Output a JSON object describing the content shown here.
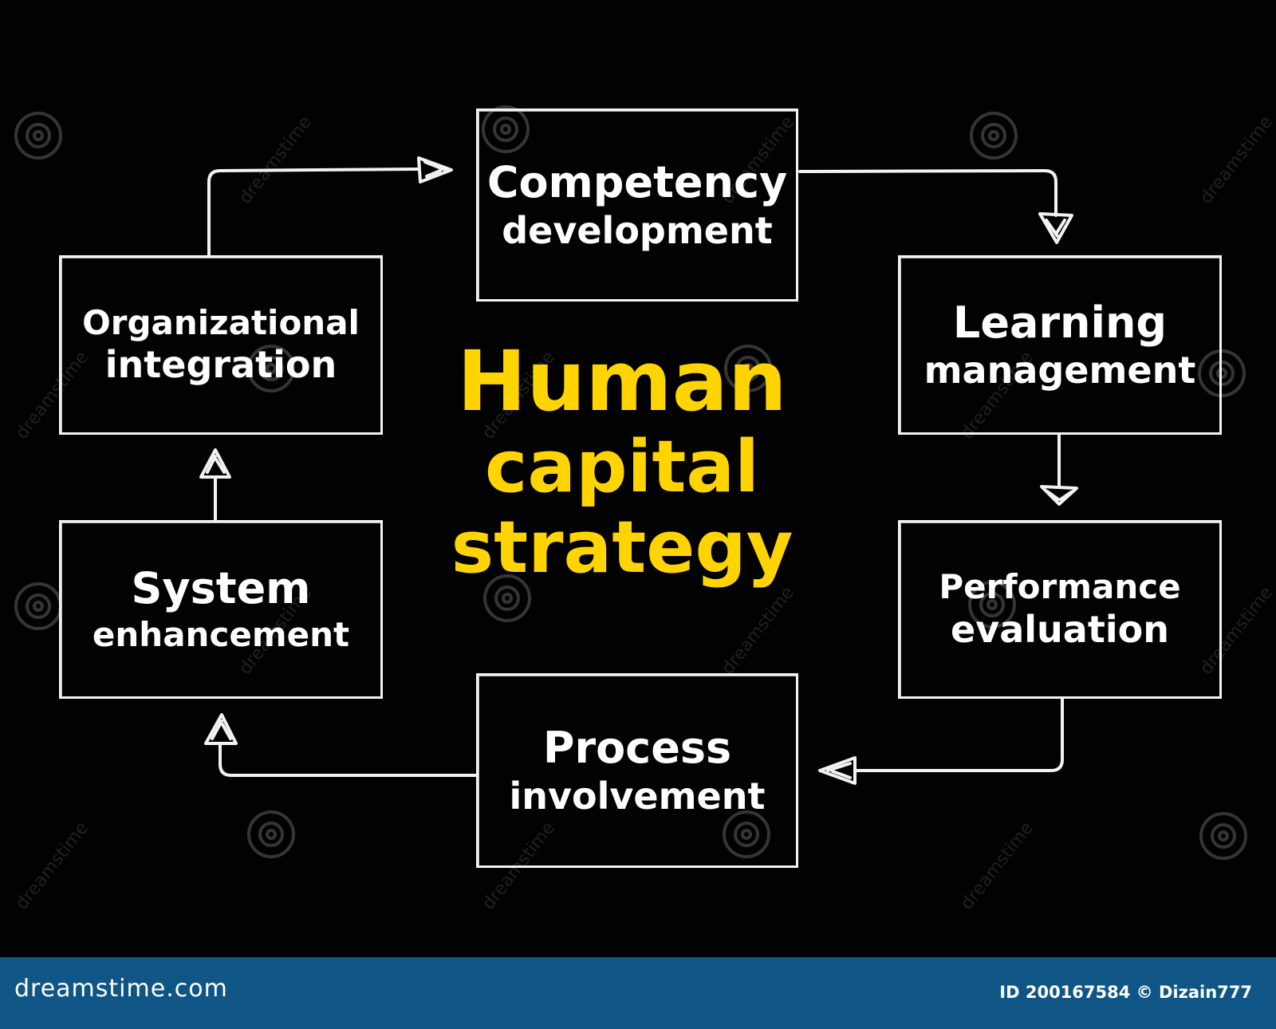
{
  "title": {
    "line1": "Human",
    "line2": "capital",
    "line3": "strategy",
    "color": "#ffd400"
  },
  "nodes": {
    "competency": {
      "line1": "Competency",
      "line2": "development"
    },
    "learning": {
      "line1": "Learning",
      "line2": "management"
    },
    "performance": {
      "line1": "Performance",
      "line2": "evaluation"
    },
    "process": {
      "line1": "Process",
      "line2": "involvement"
    },
    "system": {
      "line1": "System",
      "line2": "enhancement"
    },
    "organizational": {
      "line1": "Organizational",
      "line2": "integration"
    }
  },
  "flow_order": [
    "Competency development",
    "Learning management",
    "Performance evaluation",
    "Process involvement",
    "System enhancement",
    "Organizational integration"
  ],
  "watermark": {
    "text": "dreamstime",
    "icon": "dreamstime-spiral-icon"
  },
  "footer": {
    "brand": "dreamstime.com",
    "credit": "ID 200167584 © Dizain777",
    "background": "#0f5586"
  }
}
